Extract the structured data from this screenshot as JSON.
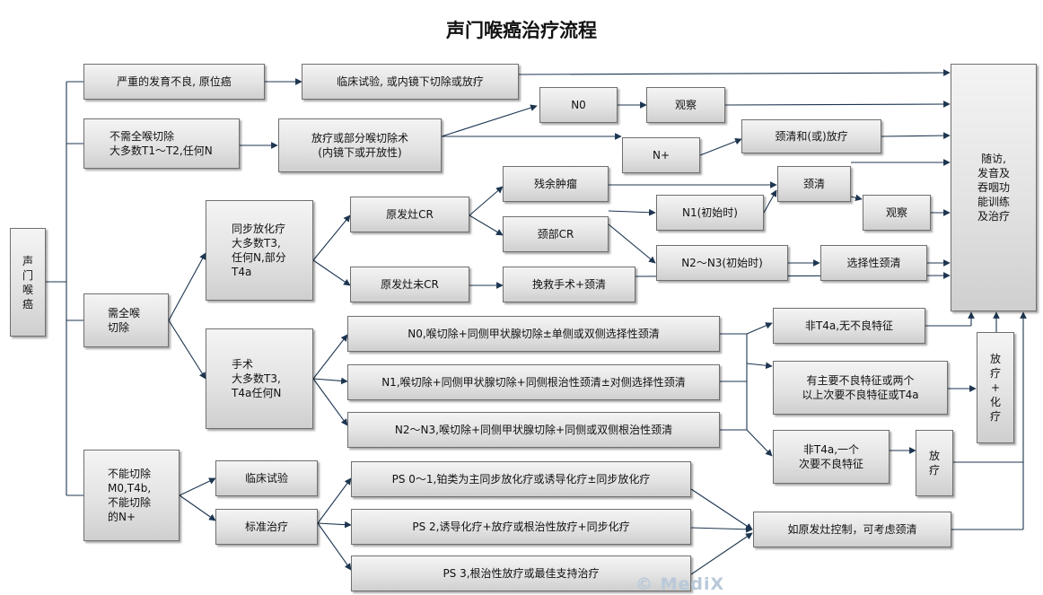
{
  "title": "声门喉癌治疗流程",
  "watermark": "© MediX",
  "nodes": {
    "root": "声\n门\n喉\n癌",
    "dysplasia": "严重的发育不良, 原位癌",
    "trial1": "临床试验, 或内镜下切除或放疗",
    "no_laryngectomy": "不需全喉切除\n大多数T1～T2,任何N",
    "rt_partial": "放疗或部分喉切除术\n(内镜下或开放性)",
    "n0": "N0",
    "observe1": "观察",
    "nplus": "N+",
    "neck_dissection_rt": "颈清和(或)放疗",
    "need_total": "需全喉\n切除",
    "crt": "同步放化疗\n大多数T3,\n任何N,部分\nT4a",
    "primary_cr": "原发灶CR",
    "residual_tumor": "残余肿瘤",
    "neck_cr": "颈部CR",
    "primary_not_cr": "原发灶未CR",
    "salvage": "挽救手术+颈清",
    "neck_dissection": "颈清",
    "n1_initial": "N1(初始时)",
    "observe2": "观察",
    "n2n3_initial": "N2～N3(初始时)",
    "selective_nd": "选择性颈清",
    "surgery": "手术\n大多数T3,\nT4a任何N",
    "s_n0": "N0,喉切除+同侧甲状腺切除±单侧或双侧选择性颈清",
    "s_n1": "N1,喉切除+同侧甲状腺切除+同侧根治性颈清±对侧选择性颈清",
    "s_n2n3": "N2～N3,喉切除+同侧甲状腺切除+同侧或双侧根治性颈清",
    "non_t4a_no_adverse": "非T4a,无不良特征",
    "major_adverse": "有主要不良特征或两个\n以上次要不良特征或T4a",
    "non_t4a_one_minor": "非T4a,一个\n次要不良特征",
    "rt_small": "放\n疗",
    "rt_chemo": "放\n疗\n+\n化\n疗",
    "follow_up": "随访,\n发音及\n吞咽功\n能训练\n及治疗",
    "unresectable": "不能切除\nM0,T4b,\n不能切除\n的N+",
    "trial2": "临床试验",
    "standard_tx": "标准治疗",
    "ps01": "PS 0～1,铂类为主同步放化疗或诱导化疗±同步放化疗",
    "ps2": "PS 2,诱导化疗+放疗或根治性放疗+同步化疗",
    "ps3": "PS 3,根治性放疗或最佳支持治疗",
    "primary_control": "如原发灶控制，可考虑颈清"
  }
}
